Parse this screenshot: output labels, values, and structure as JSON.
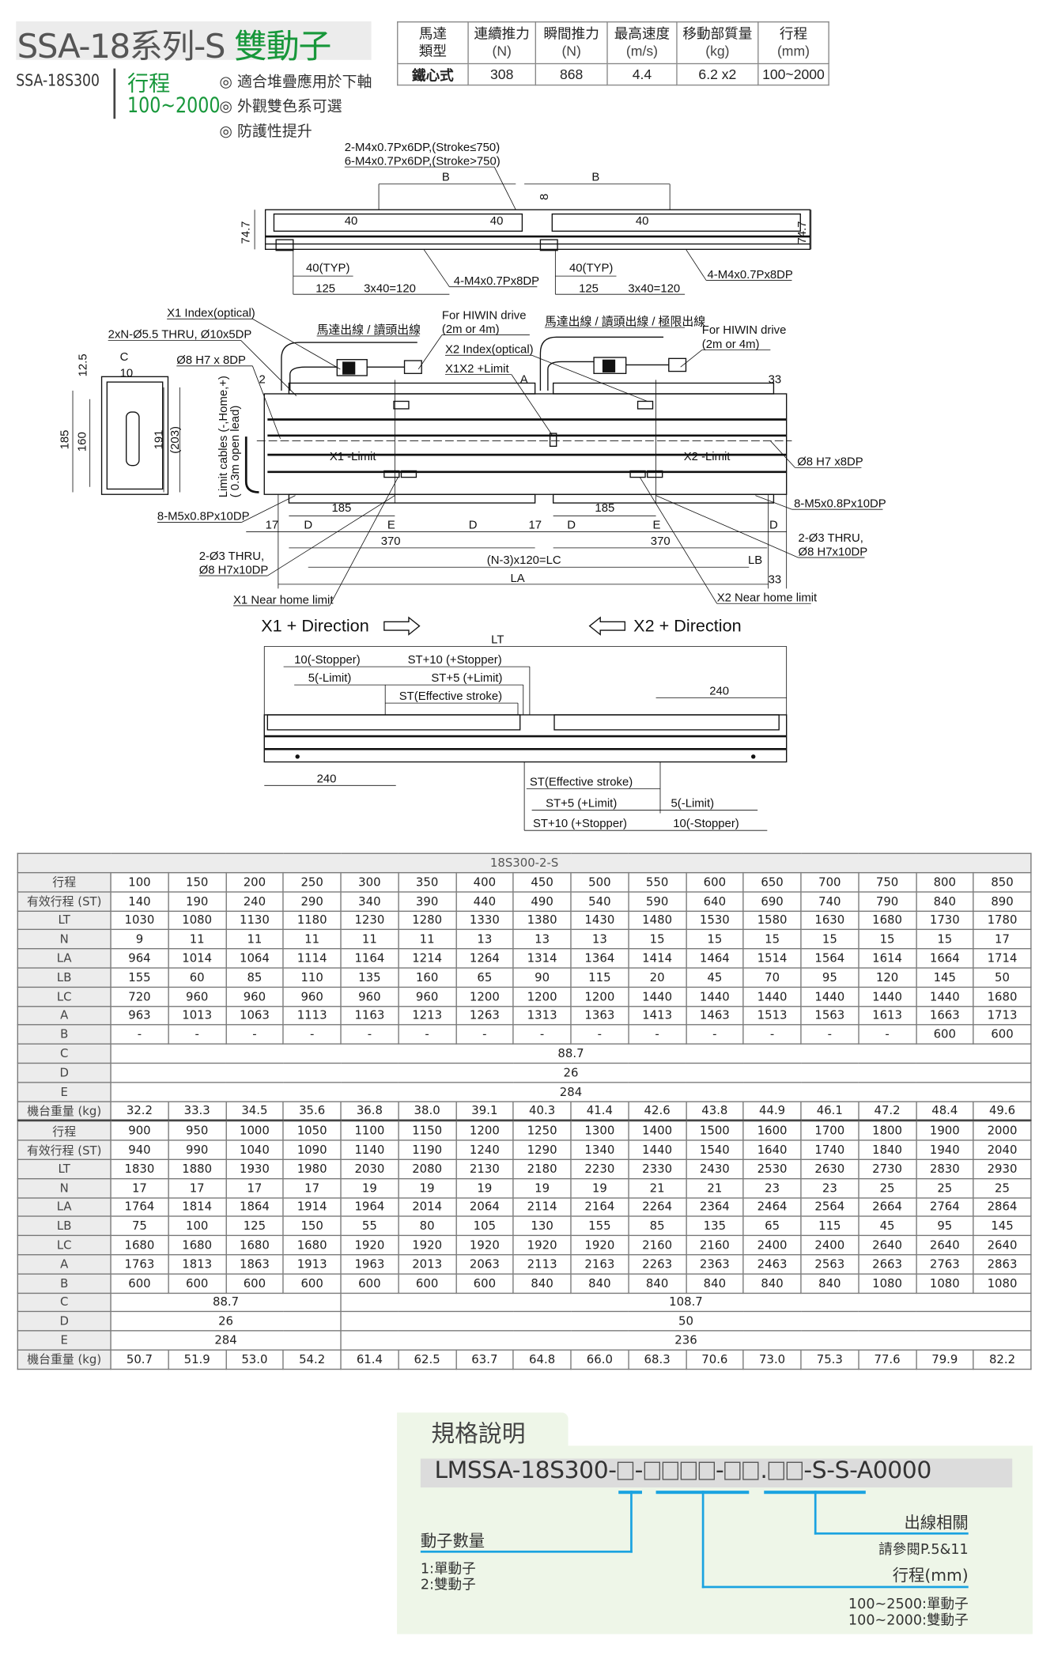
{
  "header": {
    "title_main": "SSA-18系列-S",
    "title_accent": "雙動子",
    "model": "SSA-18S300",
    "stroke_label": "行程",
    "stroke_range": "100~2000",
    "features": [
      "◎ 適合堆疊應用於下軸",
      "◎ 外觀雙色系可選",
      "◎ 防護性提升"
    ],
    "accent_color": "#17973a"
  },
  "spec_table": {
    "headers": [
      {
        "l1": "馬達",
        "l2": "類型"
      },
      {
        "l1": "連續推力",
        "l2": "(N)"
      },
      {
        "l1": "瞬間推力",
        "l2": "(N)"
      },
      {
        "l1": "最高速度",
        "l2": "(m/s)"
      },
      {
        "l1": "移動部質量",
        "l2": "(kg)"
      },
      {
        "l1": "行程",
        "l2": "(mm)"
      }
    ],
    "row": [
      "鐵心式",
      "308",
      "868",
      "4.4",
      "6.2 x2",
      "100~2000"
    ]
  },
  "drawing": {
    "top": {
      "note1": "2-M4x0.7Px6DP,(Stroke≤750)",
      "note2": "6-M4x0.7Px6DP,(Stroke>750)",
      "b": "B",
      "d40": "40",
      "d8": "8",
      "h": "74.7",
      "typ": "40(TYP)",
      "d125": "125",
      "pitch": "3x40=120",
      "tap": "4-M4x0.7Px8DP"
    },
    "mid": {
      "x1_index": "X1 Index(optical)",
      "thru": "2xN-Ø5.5 THRU, Ø10x5DP",
      "pin": "Ø8 H7 x 8DP",
      "c": "C",
      "d10": "10",
      "d12_5": "12.5",
      "d2": "2",
      "d185": "185",
      "d160": "160",
      "d191": "191",
      "d203": "(203)",
      "limit_cables_1": "Limit cables (-,Home,+)",
      "limit_cables_2": "( 0.3m open lead)",
      "cable_left": "馬達出線 / 讀頭出線",
      "cable_right": "馬達出線 / 讀頭出線 / 極限出線",
      "drive_1": "For HIWIN drive",
      "drive_2": "(2m or 4m)",
      "x2_index": "X2 Index(optical)",
      "x1x2_limit": "X1X2 +Limit",
      "a": "A",
      "d33": "33",
      "x1_limit": "X1 -Limit",
      "x2_limit": "X2 -Limit",
      "pin_r": "Ø8 H7 x8DP",
      "m5": "8-M5x0.8Px10DP",
      "d17": "17",
      "d": "D",
      "e": "E",
      "d370": "370",
      "thru3_1": "2-Ø3 THRU,",
      "thru3_2": "Ø8 H7x10DP",
      "lc": "(N-3)x120=LC",
      "la": "LA",
      "lb": "LB",
      "x1_home": "X1 Near home limit",
      "x2_home": "X2 Near home limit"
    },
    "bottom": {
      "x1_dir": "X1 + Direction",
      "x2_dir": "X2 + Direction",
      "lt": "LT",
      "stop10": "10(-Stopper)",
      "lim5": "5(-Limit)",
      "st10": "ST+10 (+Stopper)",
      "st5": "ST+5 (+Limit)",
      "st": "ST(Effective stroke)",
      "d240": "240"
    }
  },
  "table": {
    "caption": "18S300-2-S",
    "blocks": [
      {
        "rows": [
          {
            "label": "行程",
            "values": [
              "100",
              "150",
              "200",
              "250",
              "300",
              "350",
              "400",
              "450",
              "500",
              "550",
              "600",
              "650",
              "700",
              "750",
              "800",
              "850"
            ]
          },
          {
            "label": "有效行程 (ST)",
            "values": [
              "140",
              "190",
              "240",
              "290",
              "340",
              "390",
              "440",
              "490",
              "540",
              "590",
              "640",
              "690",
              "740",
              "790",
              "840",
              "890"
            ]
          },
          {
            "label": "LT",
            "values": [
              "1030",
              "1080",
              "1130",
              "1180",
              "1230",
              "1280",
              "1330",
              "1380",
              "1430",
              "1480",
              "1530",
              "1580",
              "1630",
              "1680",
              "1730",
              "1780"
            ]
          },
          {
            "label": "N",
            "values": [
              "9",
              "11",
              "11",
              "11",
              "11",
              "11",
              "13",
              "13",
              "13",
              "15",
              "15",
              "15",
              "15",
              "15",
              "15",
              "17"
            ]
          },
          {
            "label": "LA",
            "values": [
              "964",
              "1014",
              "1064",
              "1114",
              "1164",
              "1214",
              "1264",
              "1314",
              "1364",
              "1414",
              "1464",
              "1514",
              "1564",
              "1614",
              "1664",
              "1714"
            ]
          },
          {
            "label": "LB",
            "values": [
              "155",
              "60",
              "85",
              "110",
              "135",
              "160",
              "65",
              "90",
              "115",
              "20",
              "45",
              "70",
              "95",
              "120",
              "145",
              "50"
            ]
          },
          {
            "label": "LC",
            "values": [
              "720",
              "960",
              "960",
              "960",
              "960",
              "960",
              "1200",
              "1200",
              "1200",
              "1440",
              "1440",
              "1440",
              "1440",
              "1440",
              "1440",
              "1680"
            ]
          },
          {
            "label": "A",
            "values": [
              "963",
              "1013",
              "1063",
              "1113",
              "1163",
              "1213",
              "1263",
              "1313",
              "1363",
              "1413",
              "1463",
              "1513",
              "1563",
              "1613",
              "1663",
              "1713"
            ]
          },
          {
            "label": "B",
            "values": [
              "-",
              "-",
              "-",
              "-",
              "-",
              "-",
              "-",
              "-",
              "-",
              "-",
              "-",
              "-",
              "-",
              "-",
              "600",
              "600"
            ]
          },
          {
            "label": "C",
            "spans": [
              {
                "value": "88.7",
                "span": 16
              }
            ]
          },
          {
            "label": "D",
            "spans": [
              {
                "value": "26",
                "span": 16
              }
            ]
          },
          {
            "label": "E",
            "spans": [
              {
                "value": "284",
                "span": 16
              }
            ]
          },
          {
            "label": "機台重量 (kg)",
            "values": [
              "32.2",
              "33.3",
              "34.5",
              "35.6",
              "36.8",
              "38.0",
              "39.1",
              "40.3",
              "41.4",
              "42.6",
              "43.8",
              "44.9",
              "46.1",
              "47.2",
              "48.4",
              "49.6"
            ]
          }
        ]
      },
      {
        "rows": [
          {
            "label": "行程",
            "values": [
              "900",
              "950",
              "1000",
              "1050",
              "1100",
              "1150",
              "1200",
              "1250",
              "1300",
              "1400",
              "1500",
              "1600",
              "1700",
              "1800",
              "1900",
              "2000"
            ]
          },
          {
            "label": "有效行程 (ST)",
            "values": [
              "940",
              "990",
              "1040",
              "1090",
              "1140",
              "1190",
              "1240",
              "1290",
              "1340",
              "1440",
              "1540",
              "1640",
              "1740",
              "1840",
              "1940",
              "2040"
            ]
          },
          {
            "label": "LT",
            "values": [
              "1830",
              "1880",
              "1930",
              "1980",
              "2030",
              "2080",
              "2130",
              "2180",
              "2230",
              "2330",
              "2430",
              "2530",
              "2630",
              "2730",
              "2830",
              "2930"
            ]
          },
          {
            "label": "N",
            "values": [
              "17",
              "17",
              "17",
              "17",
              "19",
              "19",
              "19",
              "19",
              "19",
              "21",
              "21",
              "23",
              "23",
              "25",
              "25",
              "25"
            ]
          },
          {
            "label": "LA",
            "values": [
              "1764",
              "1814",
              "1864",
              "1914",
              "1964",
              "2014",
              "2064",
              "2114",
              "2164",
              "2264",
              "2364",
              "2464",
              "2564",
              "2664",
              "2764",
              "2864"
            ]
          },
          {
            "label": "LB",
            "values": [
              "75",
              "100",
              "125",
              "150",
              "55",
              "80",
              "105",
              "130",
              "155",
              "85",
              "135",
              "65",
              "115",
              "45",
              "95",
              "145"
            ]
          },
          {
            "label": "LC",
            "values": [
              "1680",
              "1680",
              "1680",
              "1680",
              "1920",
              "1920",
              "1920",
              "1920",
              "1920",
              "2160",
              "2160",
              "2400",
              "2400",
              "2640",
              "2640",
              "2640"
            ]
          },
          {
            "label": "A",
            "values": [
              "1763",
              "1813",
              "1863",
              "1913",
              "1963",
              "2013",
              "2063",
              "2113",
              "2163",
              "2263",
              "2363",
              "2463",
              "2563",
              "2663",
              "2763",
              "2863"
            ]
          },
          {
            "label": "B",
            "values": [
              "600",
              "600",
              "600",
              "600",
              "600",
              "600",
              "600",
              "840",
              "840",
              "840",
              "840",
              "840",
              "840",
              "1080",
              "1080",
              "1080"
            ]
          },
          {
            "label": "C",
            "spans": [
              {
                "value": "88.7",
                "span": 4
              },
              {
                "value": "108.7",
                "span": 12
              }
            ]
          },
          {
            "label": "D",
            "spans": [
              {
                "value": "26",
                "span": 4
              },
              {
                "value": "50",
                "span": 12
              }
            ]
          },
          {
            "label": "E",
            "spans": [
              {
                "value": "284",
                "span": 4
              },
              {
                "value": "236",
                "span": 12
              }
            ]
          },
          {
            "label": "機台重量 (kg)",
            "values": [
              "50.7",
              "51.9",
              "53.0",
              "54.2",
              "61.4",
              "62.5",
              "63.7",
              "64.8",
              "66.0",
              "68.3",
              "70.6",
              "73.0",
              "75.3",
              "77.6",
              "79.9",
              "82.2"
            ]
          }
        ]
      }
    ]
  },
  "ordering": {
    "heading": "規格說明",
    "code_prefix": "LMSSA-18S300-",
    "code_suffix": "-S-S-A0000",
    "mover_qty": {
      "label": "動子數量",
      "opt1": "1:單動子",
      "opt2": "2:雙動子"
    },
    "cable": {
      "label": "出線相關",
      "note": "請參閱P.5&11"
    },
    "stroke": {
      "label": "行程(mm)",
      "opt1": "100~2500:單動子",
      "opt2": "100~2000:雙動子"
    },
    "line_color": "#1aa3e0"
  }
}
